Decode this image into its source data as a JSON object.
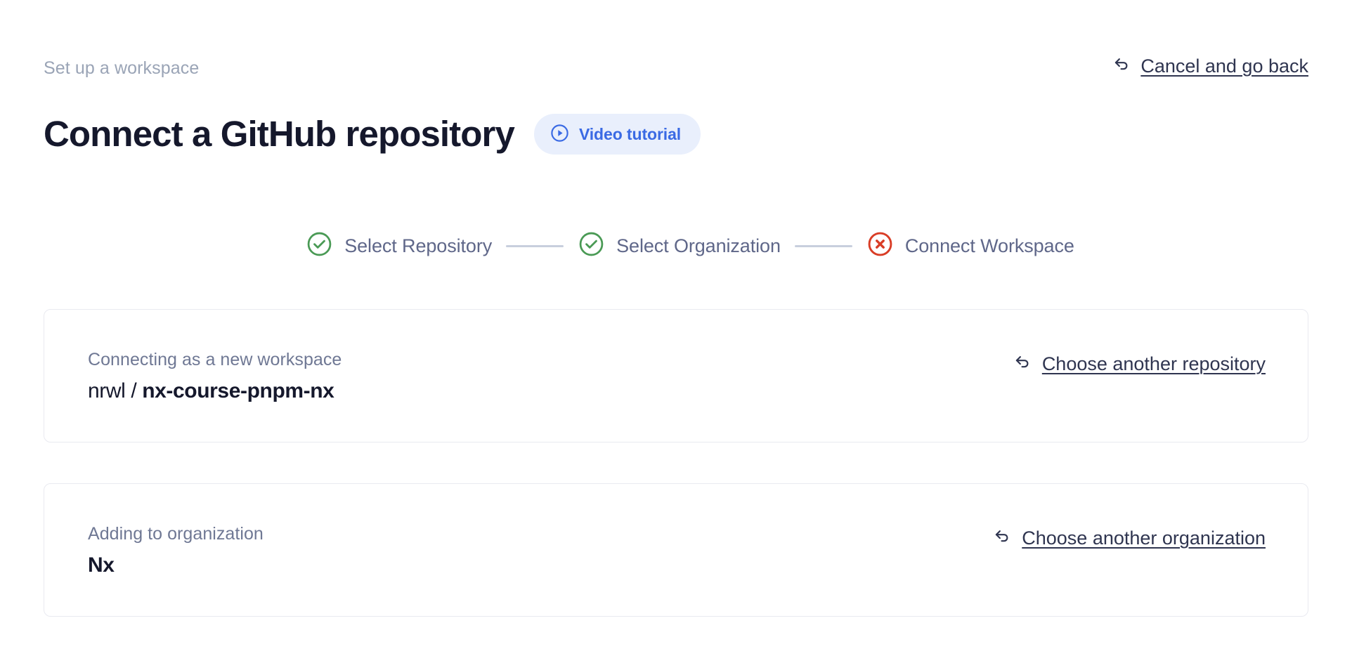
{
  "header": {
    "eyebrow": "Set up a workspace",
    "title": "Connect a GitHub repository",
    "video_badge": {
      "label": "Video tutorial",
      "icon": "play-circle-icon",
      "bg_color": "#e9effc",
      "text_color": "#3a6ae4"
    },
    "cancel_link": {
      "label": "Cancel and go back",
      "icon": "back-arrow-icon",
      "color": "#2f3550"
    }
  },
  "stepper": {
    "steps": [
      {
        "label": "Select Repository",
        "state": "complete",
        "icon": "check-circle-icon",
        "color": "#4a9a55"
      },
      {
        "label": "Select Organization",
        "state": "complete",
        "icon": "check-circle-icon",
        "color": "#4a9a55"
      },
      {
        "label": "Connect Workspace",
        "state": "error",
        "icon": "x-circle-icon",
        "color": "#d93d26"
      }
    ],
    "connector_color": "#c8cfdd",
    "label_color": "#5f6789"
  },
  "cards": [
    {
      "caption": "Connecting as a new workspace",
      "owner": "nrwl / ",
      "repo": "nx-course-pnpm-nx",
      "link": {
        "label": "Choose another repository",
        "icon": "back-arrow-icon"
      }
    },
    {
      "caption": "Adding to organization",
      "owner": "",
      "repo": "Nx",
      "link": {
        "label": "Choose another organization",
        "icon": "back-arrow-icon"
      }
    }
  ]
}
